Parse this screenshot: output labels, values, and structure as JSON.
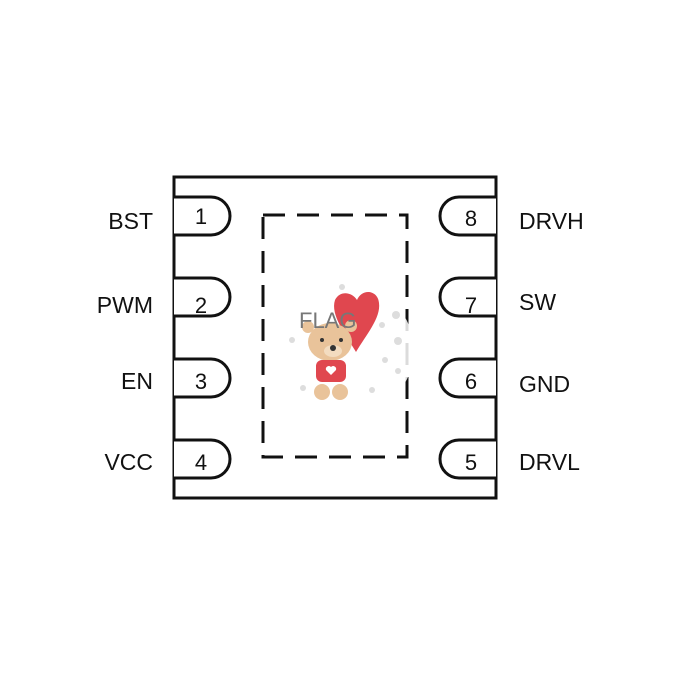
{
  "package": {
    "left_pins": [
      {
        "number": "1",
        "name": "BST"
      },
      {
        "number": "2",
        "name": "PWM"
      },
      {
        "number": "3",
        "name": "EN"
      },
      {
        "number": "4",
        "name": "VCC"
      }
    ],
    "right_pins": [
      {
        "number": "8",
        "name": "DRVH"
      },
      {
        "number": "7",
        "name": "SW"
      },
      {
        "number": "6",
        "name": "GND"
      },
      {
        "number": "5",
        "name": "DRVL"
      }
    ]
  },
  "sticker": {
    "text": "FLAG",
    "icon": "teddy-bear-with-heart-balloon"
  },
  "colors": {
    "outline": "#111111",
    "heart": "#e0474f",
    "bear": "#e9c39a"
  }
}
